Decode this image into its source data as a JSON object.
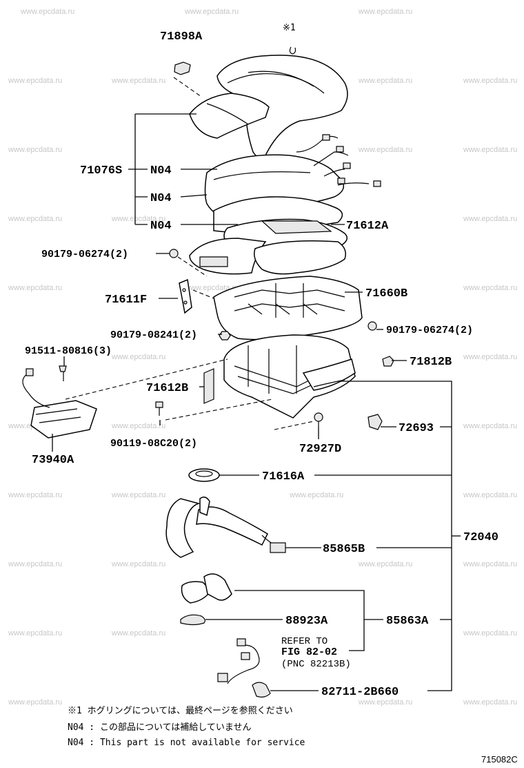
{
  "watermark": "www.epcdata.ru",
  "diagram_code": "715082C",
  "marks": {
    "note_mark_top": "※1"
  },
  "labels": {
    "p71898A": "71898A",
    "p71076S": "71076S",
    "n04_a": "N04",
    "n04_b": "N04",
    "n04_c": "N04",
    "p71612A": "71612A",
    "p90179_06274_left": "90179-06274(2)",
    "p71611F": "71611F",
    "p71660B": "71660B",
    "p90179_08241": "90179-08241(2)",
    "p90179_06274_right": "90179-06274(2)",
    "p91511_80816": "91511-80816(3)",
    "p71812B": "71812B",
    "p71612B": "71612B",
    "p90119_08C20": "90119-08C20(2)",
    "p72927D": "72927D",
    "p72693": "72693",
    "p73940A": "73940A",
    "p71616A": "71616A",
    "p72040": "72040",
    "p85865B": "85865B",
    "p88923A": "88923A",
    "p85863A": "85863A",
    "refer_line1": "REFER TO",
    "refer_line2": "FIG 82-02",
    "refer_line3": "(PNC 82213B)",
    "p82711_2B660": "82711-2B660"
  },
  "notes": {
    "note1": "※1 ホグリングについては、最終ページを参照ください",
    "note2": "N04 : この部品については補給していません",
    "note3": "N04 : This part is not available for service"
  }
}
